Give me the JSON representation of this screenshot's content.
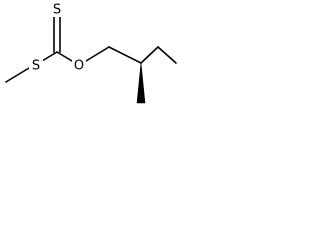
{
  "diagram": {
    "type": "skeletal-structure",
    "atoms": [
      {
        "id": "s_thione",
        "label": "S"
      },
      {
        "id": "s_thio",
        "label": "S"
      },
      {
        "id": "o_ester",
        "label": "O"
      }
    ],
    "bond_color": "#000000",
    "background": "#ffffff"
  }
}
